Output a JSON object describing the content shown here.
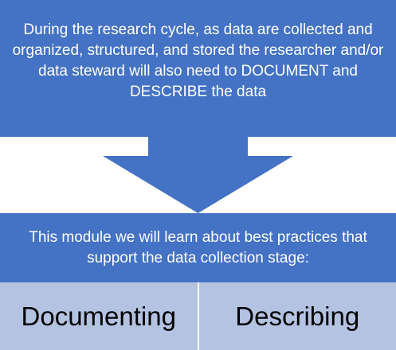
{
  "diagram": {
    "top_box": {
      "text": "During the research cycle, as data are collected and organized, structured, and stored the researcher and/or data steward will also need to DOCUMENT and DESCRIBE the data",
      "color": "#4472c4"
    },
    "arrow": {
      "color": "#4472c4",
      "direction": "down"
    },
    "bottom_box": {
      "text": "This module we will learn about best practices that support the data collection stage:",
      "color": "#4472c4"
    },
    "items": [
      {
        "label": "Documenting"
      },
      {
        "label": "Describing"
      }
    ],
    "item_color": "#b4c3e1"
  }
}
